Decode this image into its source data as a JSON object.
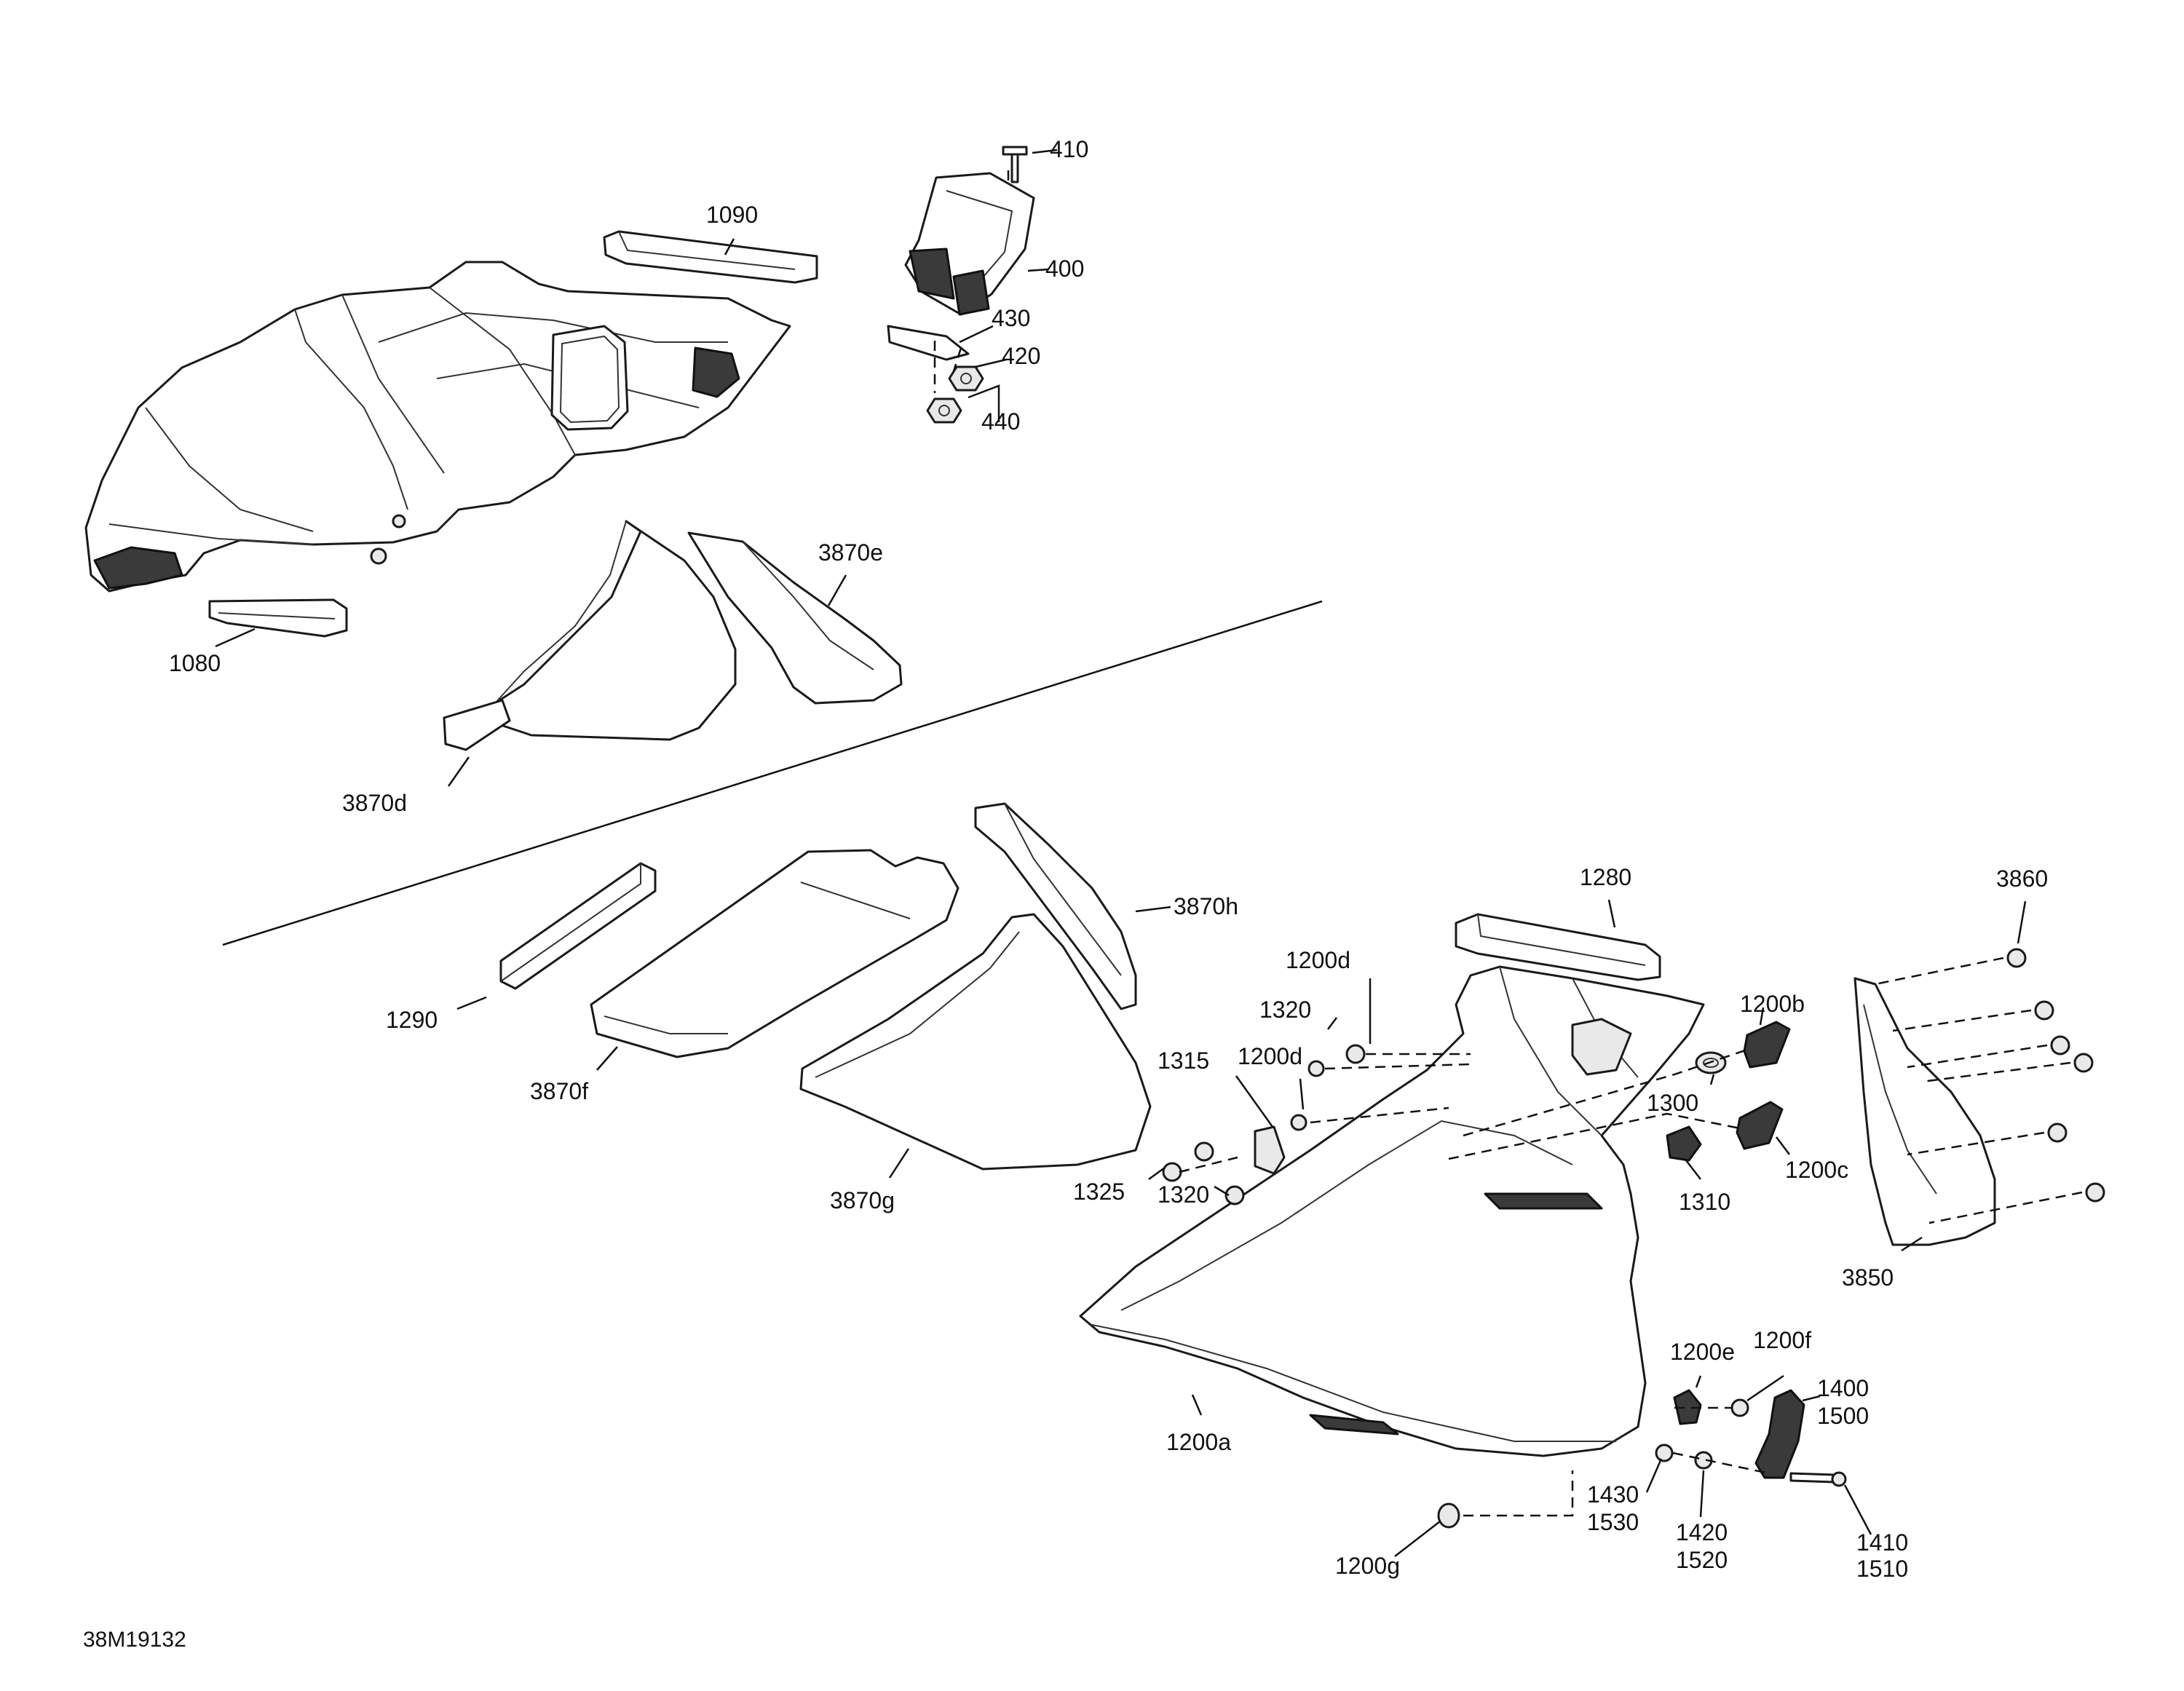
{
  "figure_code": "38M19132",
  "callouts": {
    "c410": "410",
    "c400": "400",
    "c430": "430",
    "c420": "420",
    "c440": "440",
    "c1090": "1090",
    "c1080": "1080",
    "c3870e": "3870e",
    "c3870d": "3870d",
    "c3870h": "3870h",
    "c1290": "1290",
    "c3870f": "3870f",
    "c3870g": "3870g",
    "c1280": "1280",
    "c1200d_a": "1200d",
    "c1320_a": "1320",
    "c1315": "1315",
    "c1200d_b": "1200d",
    "c1325": "1325",
    "c1320_b": "1320",
    "c1200b": "1200b",
    "c1300": "1300",
    "c1310": "1310",
    "c1200c": "1200c",
    "c3860": "3860",
    "c3850": "3850",
    "c1200a": "1200a",
    "c1200e": "1200e",
    "c1200f": "1200f",
    "c1400": "1400",
    "c1500": "1500",
    "c1430": "1430",
    "c1530": "1530",
    "c1420": "1420",
    "c1520": "1520",
    "c1410": "1410",
    "c1510": "1510",
    "c1200g": "1200g"
  }
}
